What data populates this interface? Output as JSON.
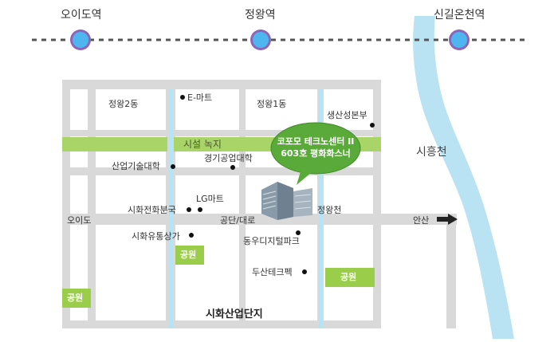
{
  "subway": {
    "stations": [
      {
        "name": "오이도역"
      },
      {
        "name": "정왕역"
      },
      {
        "name": "신길온천역"
      }
    ]
  },
  "areas": {
    "jeongwang2": "정왕2동",
    "jeongwang1": "정왕1동",
    "industrial_complex": "시화산업단지"
  },
  "green_belt": {
    "label": "시설 녹지"
  },
  "river": {
    "label": "시흥천"
  },
  "stream": {
    "label": "정왕천"
  },
  "roads": {
    "oido": "오이도",
    "gongdan": "공단/대로",
    "ansan": "안산"
  },
  "landmarks": {
    "emart": "E-마트",
    "saengsan": "생산성본부",
    "industrial_college": "산업기술대학",
    "kyonggi_college": "경기공업대학",
    "lg_mart": "LG마트",
    "sihwa_phone": "시화전화분국",
    "sihwa_market": "시화유통상가",
    "dongwoo": "동우디지털파크",
    "doosan": "두산테크펙"
  },
  "parks": [
    "공원",
    "공원",
    "공원"
  ],
  "callout": {
    "line1": "코포모 테크노센터 II",
    "line2": "603호 평화화스너"
  },
  "colors": {
    "station_fill": "#4db6ee",
    "station_ring": "#8e64b8",
    "road": "#d9d9d9",
    "river": "#b9e3f3",
    "green": "#a8d468",
    "park": "#9acd4a",
    "callout": "#5aaa3a"
  }
}
